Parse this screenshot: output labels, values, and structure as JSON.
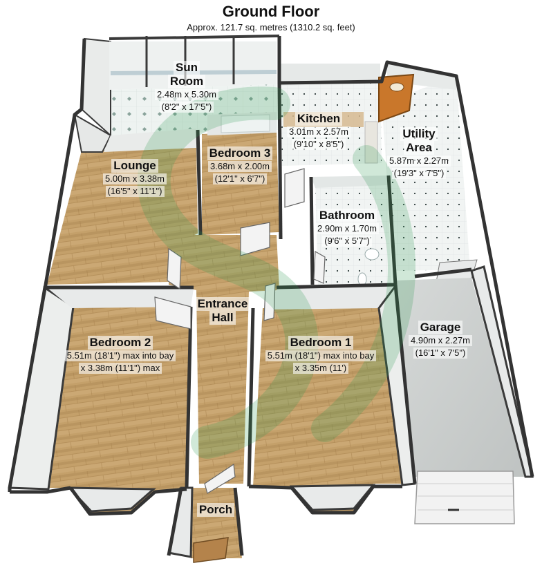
{
  "title": "Ground Floor",
  "subtitle": "Approx. 121.7 sq. metres (1310.2 sq. feet)",
  "rooms": [
    {
      "name_lines": [
        "Sun",
        "Room"
      ],
      "dim_lines": [
        "2.48m x 5.30m",
        "(8'2\" x 17'5\")"
      ]
    },
    {
      "name_lines": [
        "Kitchen"
      ],
      "dim_lines": [
        "3.01m x 2.57m",
        "(9'10\" x 8'5\")"
      ]
    },
    {
      "name_lines": [
        "Utility",
        "Area"
      ],
      "dim_lines": [
        "5.87m x 2.27m",
        "(19'3\" x 7'5\")"
      ]
    },
    {
      "name_lines": [
        "Lounge"
      ],
      "dim_lines": [
        "5.00m x 3.38m",
        "(16'5\" x 11'1\")"
      ]
    },
    {
      "name_lines": [
        "Bedroom 3"
      ],
      "dim_lines": [
        "3.68m x 2.00m",
        "(12'1\" x 6'7\")"
      ]
    },
    {
      "name_lines": [
        "Bathroom"
      ],
      "dim_lines": [
        "2.90m x 1.70m",
        "(9'6\" x 5'7\")"
      ]
    },
    {
      "name_lines": [
        "Entrance",
        "Hall"
      ],
      "dim_lines": []
    },
    {
      "name_lines": [
        "Bedroom 2"
      ],
      "dim_lines": [
        "5.51m (18'1\") max into bay",
        "x 3.38m (11'1\") max"
      ]
    },
    {
      "name_lines": [
        "Bedroom 1"
      ],
      "dim_lines": [
        "5.51m (18'1\") max into bay",
        "x 3.35m (11')"
      ]
    },
    {
      "name_lines": [
        "Garage"
      ],
      "dim_lines": [
        "4.90m x 2.27m",
        "(16'1\" x 7'5\")"
      ]
    },
    {
      "name_lines": [
        "Porch"
      ],
      "dim_lines": []
    }
  ],
  "colors": {
    "wall": "#3a3a3a",
    "wall_face": "#ecece9",
    "wood": "#c4a06a",
    "tile": "#f1f4f3",
    "garage_floor": "#cfd2d1",
    "watermark": "#2e9a52"
  }
}
